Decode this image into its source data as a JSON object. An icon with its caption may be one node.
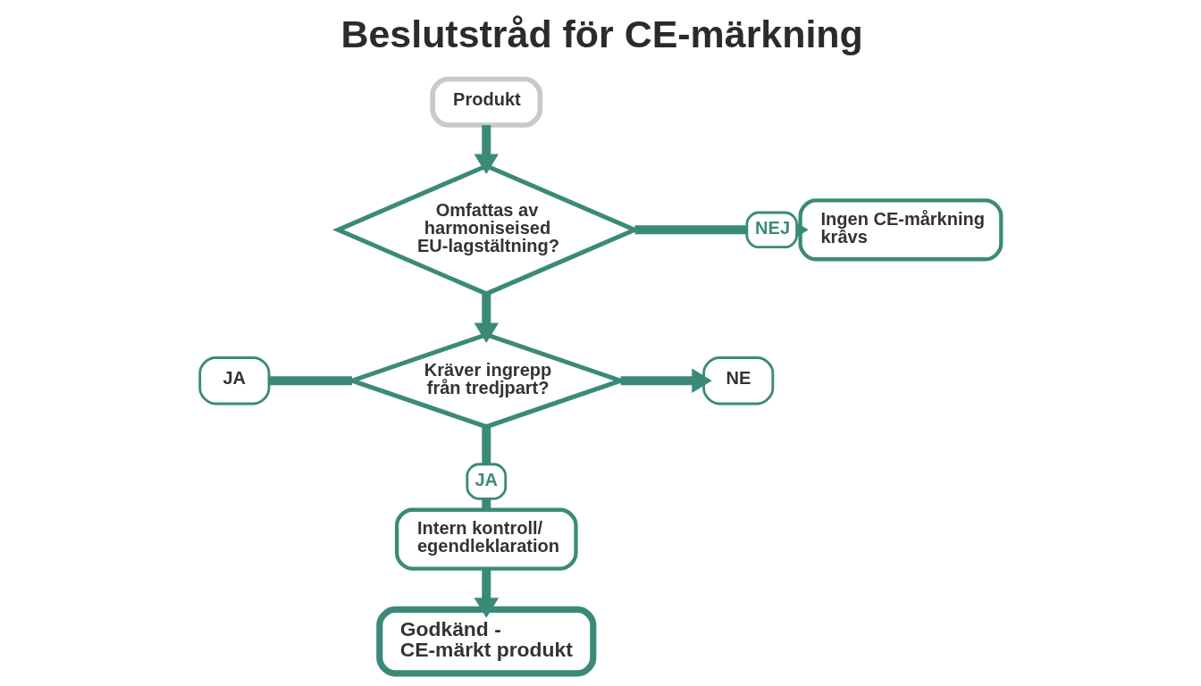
{
  "diagram": {
    "title": "Beslutstråd för CE-märkning",
    "nodes": [
      {
        "text": [
          "Produkt"
        ]
      },
      {
        "text": [
          "Omfattas av harmoniseised EU-lagstältning?"
        ]
      },
      {
        "text": [
          "Ingen CE-mårkning krâvs"
        ]
      },
      {
        "text": [
          "JA"
        ]
      },
      {
        "text": [
          "Kräver ingrepp från tredjpart?"
        ]
      },
      {
        "text": [
          "NE"
        ]
      },
      {
        "text": [
          "Intern kontroll/ egendleklaration"
        ]
      },
      {
        "text": [
          "Godkänd - CE-märkt produkt"
        ]
      }
    ],
    "edges": [
      {
        "from": 0,
        "to": 1,
        "arrow": "to"
      },
      {
        "from": 1,
        "to": 2,
        "arrow": "to",
        "label": "NEJ"
      },
      {
        "from": 1,
        "to": 4,
        "arrow": "to"
      },
      {
        "from": 3,
        "to": 4,
        "arrow": "none"
      },
      {
        "from": 4,
        "to": 5,
        "arrow": "to"
      },
      {
        "from": 4,
        "to": 6,
        "arrow": "none",
        "label": "JA"
      },
      {
        "from": 6,
        "to": 7,
        "arrow": "to"
      }
    ]
  }
}
